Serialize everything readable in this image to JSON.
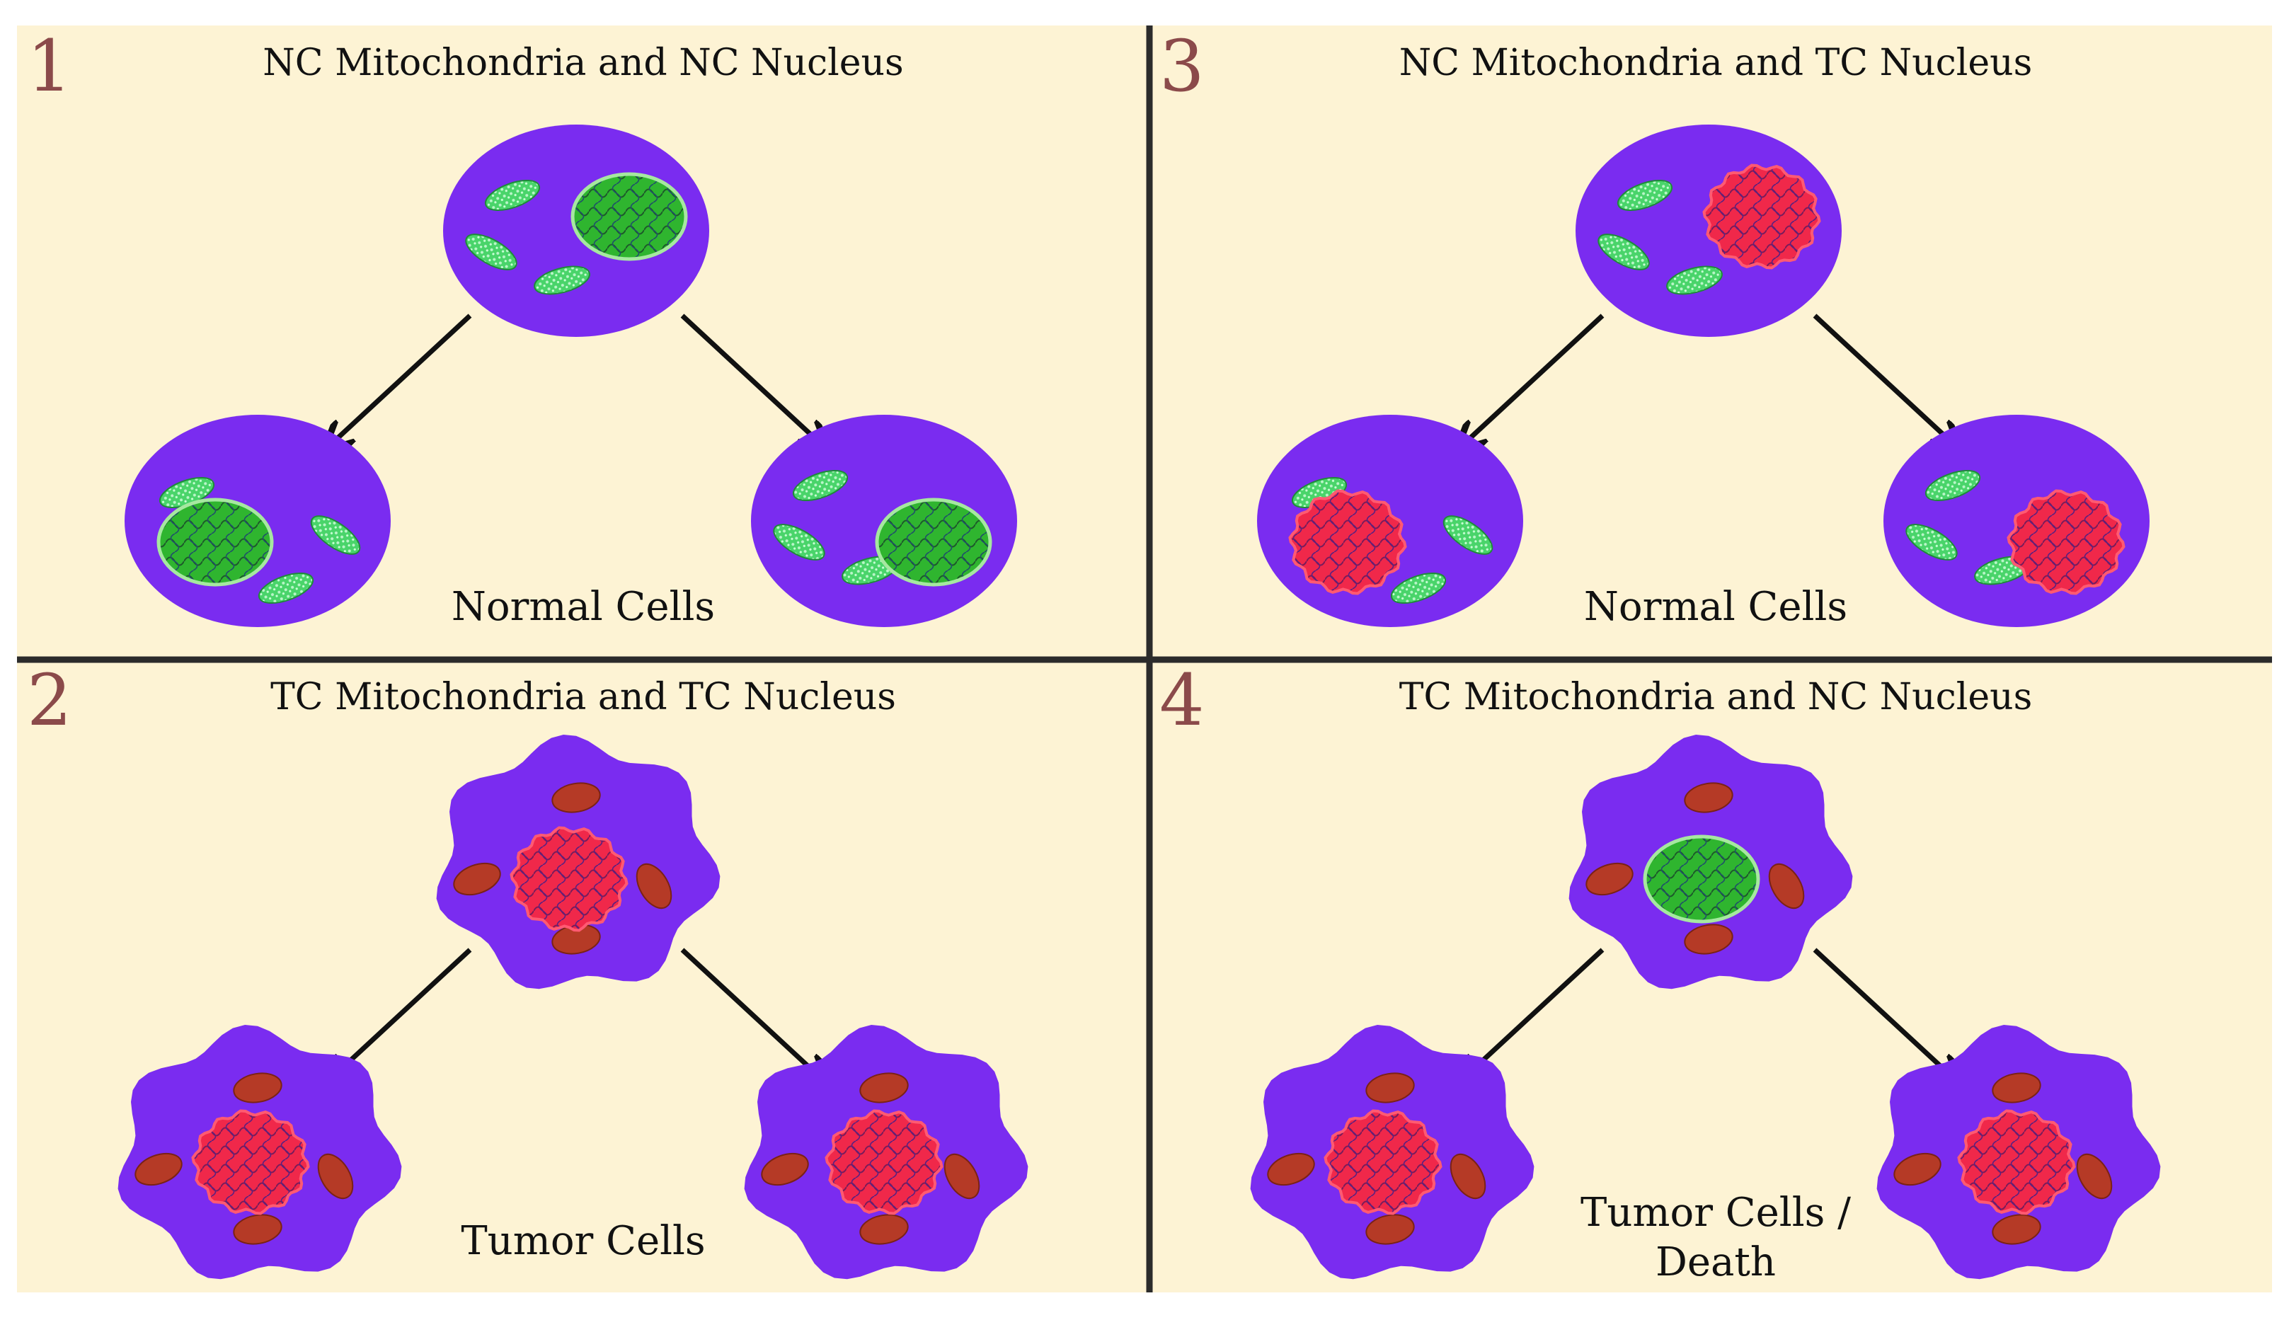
{
  "panels": [
    {
      "number": "1",
      "title": "NC Mitochondria and NC Nucleus",
      "label_lines": [
        "Normal Cells"
      ],
      "parent": {
        "shape": "round",
        "mito": "green",
        "nucleus": "green"
      },
      "children": {
        "shape": "round",
        "mito": "green",
        "nucleus": "green"
      }
    },
    {
      "number": "3",
      "title": "NC Mitochondria and TC Nucleus",
      "label_lines": [
        "Normal Cells"
      ],
      "parent": {
        "shape": "round",
        "mito": "green",
        "nucleus": "red"
      },
      "children": {
        "shape": "round",
        "mito": "green",
        "nucleus": "red"
      }
    },
    {
      "number": "2",
      "title": "TC Mitochondria and TC Nucleus",
      "label_lines": [
        "Tumor Cells"
      ],
      "parent": {
        "shape": "irregular",
        "mito": "brown",
        "nucleus": "red"
      },
      "children": {
        "shape": "irregular",
        "mito": "brown",
        "nucleus": "red"
      }
    },
    {
      "number": "4",
      "title": "TC Mitochondria and NC Nucleus",
      "label_lines": [
        "Tumor Cells /",
        "Death"
      ],
      "parent": {
        "shape": "irregular",
        "mito": "brown",
        "nucleus": "green"
      },
      "children": {
        "shape": "irregular",
        "mito": "brown",
        "nucleus": "red"
      }
    }
  ],
  "colors": {
    "background": "#fdf3d4",
    "cell_body": "#7a2cf0",
    "green_organelle": "#3ec93e",
    "red_nucleus": "#ee2a4a",
    "brown_mito": "#b53a26",
    "divider": "#2b2b2b",
    "panel_number": "#8b4a4a"
  }
}
